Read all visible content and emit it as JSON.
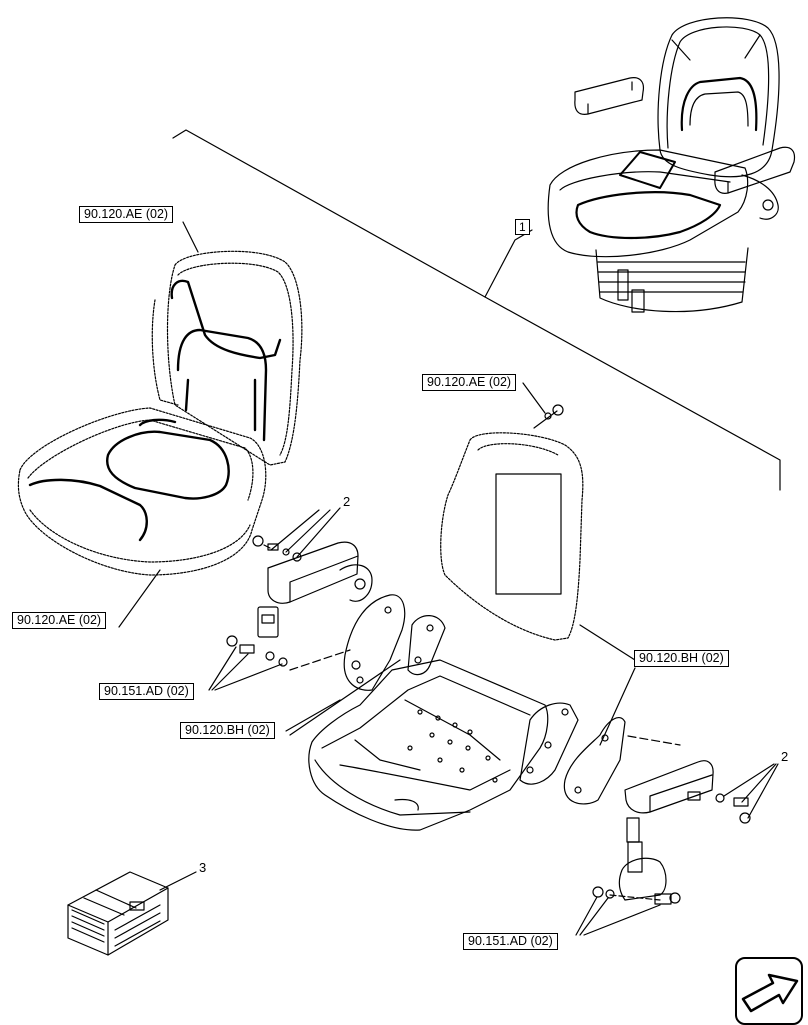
{
  "refs": {
    "seat_cushion_top": "90.120.AE (02)",
    "seat_cushion_bottom": "90.120.AE (02)",
    "back_pad": "90.120.AE (02)",
    "belt_left": "90.151.AD (02)",
    "belt_right": "90.151.AD (02)",
    "frame_left": "90.120.BH (02)",
    "frame_right": "90.120.BH (02)"
  },
  "callouts": {
    "seat_assembly": "1",
    "armrest_left": "2",
    "armrest_right": "2",
    "kit": "3"
  },
  "icons": {
    "nav": "arrow-next-page-icon"
  }
}
